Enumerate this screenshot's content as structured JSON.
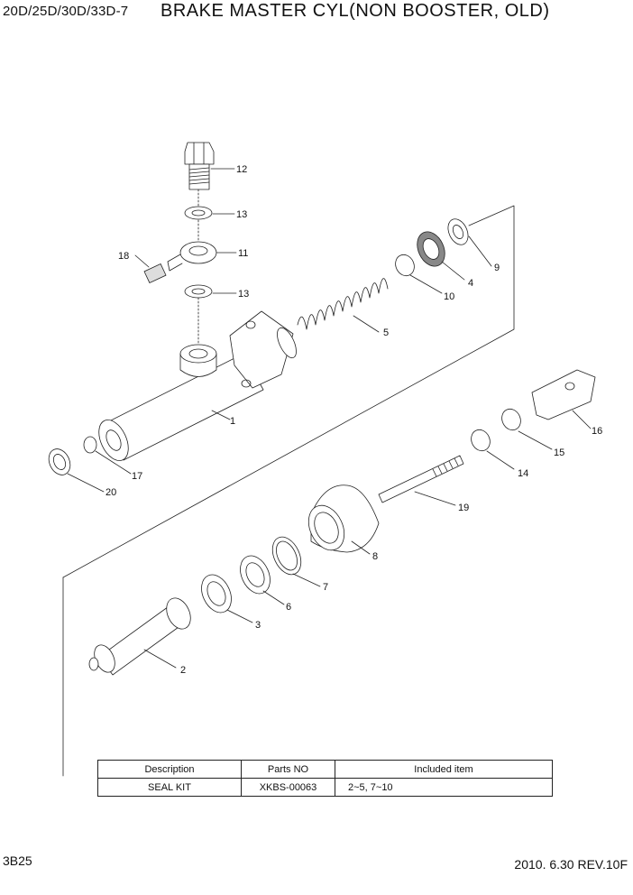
{
  "header": {
    "model": "20D/25D/30D/33D-7",
    "title": "BRAKE MASTER CYL(NON BOOSTER, OLD)"
  },
  "diagram": {
    "callouts": [
      "1",
      "2",
      "3",
      "4",
      "5",
      "6",
      "7",
      "8",
      "9",
      "10",
      "11",
      "12",
      "13",
      "13",
      "14",
      "15",
      "16",
      "17",
      "18",
      "19",
      "20"
    ]
  },
  "table": {
    "headers": [
      "Description",
      "Parts NO",
      "Included item"
    ],
    "rows": [
      [
        "SEAL KIT",
        "XKBS-00063",
        "2~5, 7~10"
      ]
    ]
  },
  "footer": {
    "page": "3B25",
    "revision": "2010. 6.30  REV.10F"
  }
}
